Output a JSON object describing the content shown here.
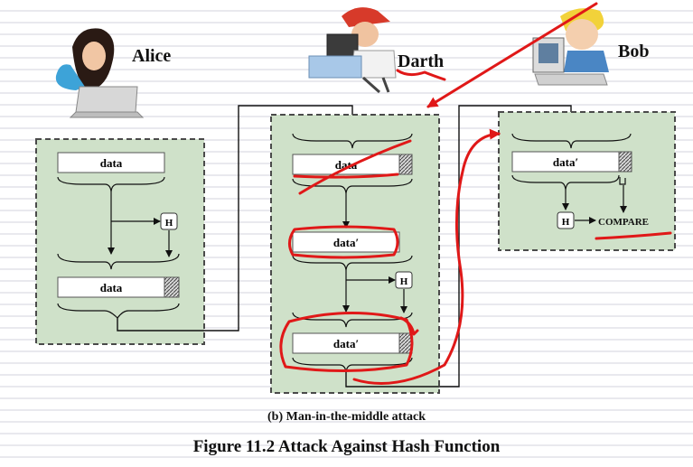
{
  "people": {
    "alice": "Alice",
    "darth": "Darth",
    "bob": "Bob"
  },
  "alice_box": {
    "block1": "data",
    "hash": "H",
    "block2": "data"
  },
  "darth_box": {
    "block1": "data",
    "block2": "data′",
    "hash": "H",
    "block3": "data′"
  },
  "bob_box": {
    "block1": "data′",
    "hash": "H",
    "compare": "COMPARE"
  },
  "captions": {
    "sub": "(b) Man-in-the-middle attack",
    "figure": "Figure 11.2  Attack Against Hash Function"
  },
  "colors": {
    "box_fill": "#cfe1c9",
    "box_border": "#4a4a4a",
    "annotation_red": "#e01818",
    "hash_block": "#b5b5b5"
  }
}
